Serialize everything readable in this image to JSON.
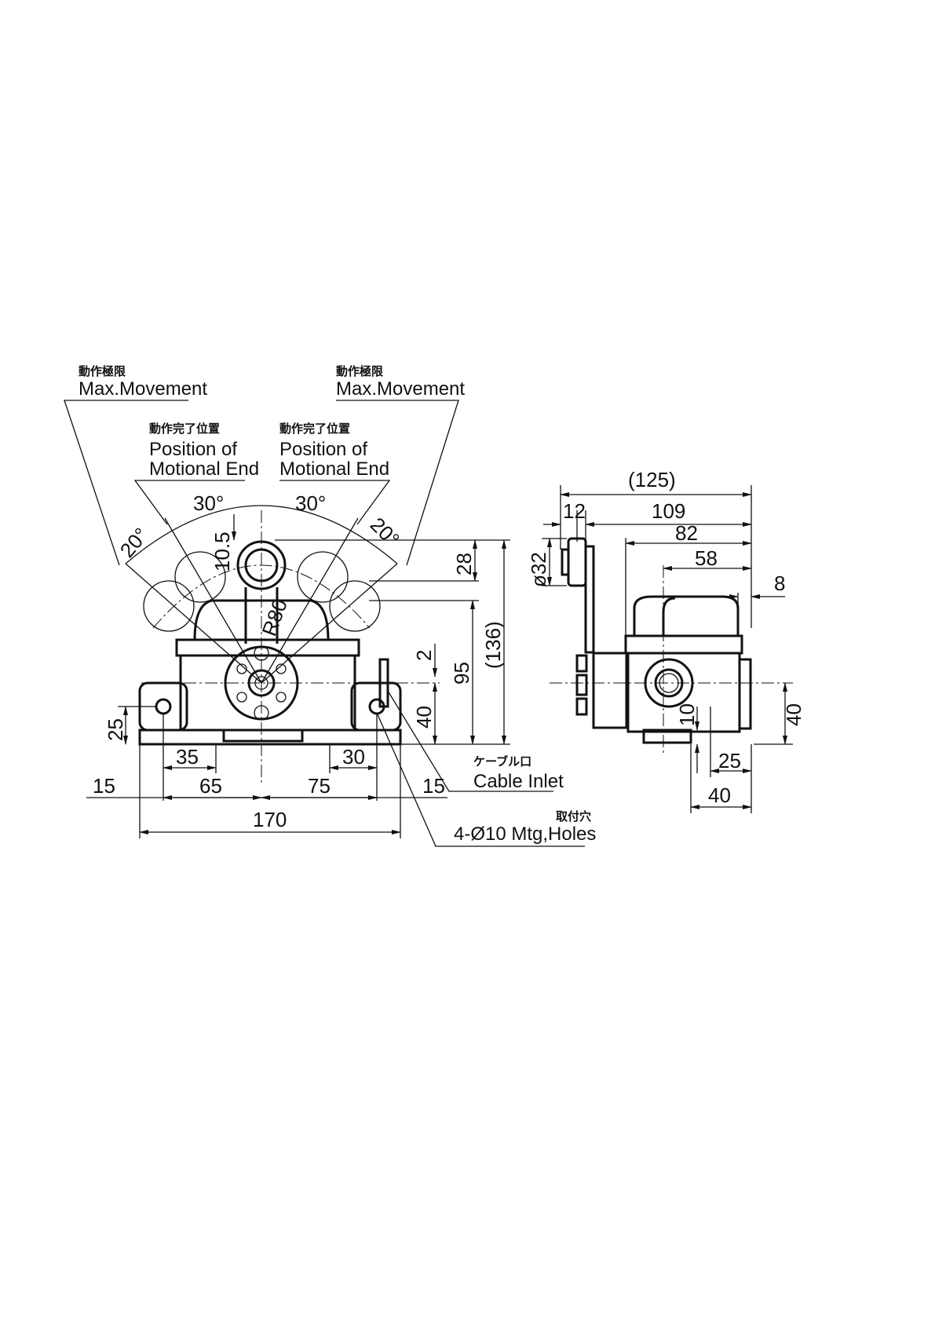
{
  "labels": {
    "max_movement_jp": "動作極限",
    "max_movement_en": "Max.Movement",
    "motional_end_jp": "動作完了位置",
    "motional_end_en_1": "Position of",
    "motional_end_en_2": "Motional End",
    "cable_inlet_jp": "ケーブル口",
    "cable_inlet_en": "Cable Inlet",
    "mtg_holes_jp": "取付穴",
    "mtg_holes_en": "4-Ø10 Mtg,Holes"
  },
  "front_view": {
    "angle_inner": "30°",
    "angle_outer": "20°",
    "radius": "R80",
    "dim_10_5": "10.5",
    "dim_28": "28",
    "dim_136": "(136)",
    "dim_95": "95",
    "dim_2": "2",
    "dim_40": "40",
    "dim_25": "25",
    "dim_35": "35",
    "dim_30": "30",
    "dim_15_left": "15",
    "dim_65": "65",
    "dim_75": "75",
    "dim_15_right": "15",
    "dim_170": "170"
  },
  "side_view": {
    "dim_125": "(125)",
    "dim_12": "12",
    "dim_109": "109",
    "dim_82": "82",
    "dim_58": "58",
    "dim_8": "8",
    "dim_32": "ø32",
    "dim_40_v": "40",
    "dim_10": "10",
    "dim_25": "25",
    "dim_40_h": "40"
  }
}
